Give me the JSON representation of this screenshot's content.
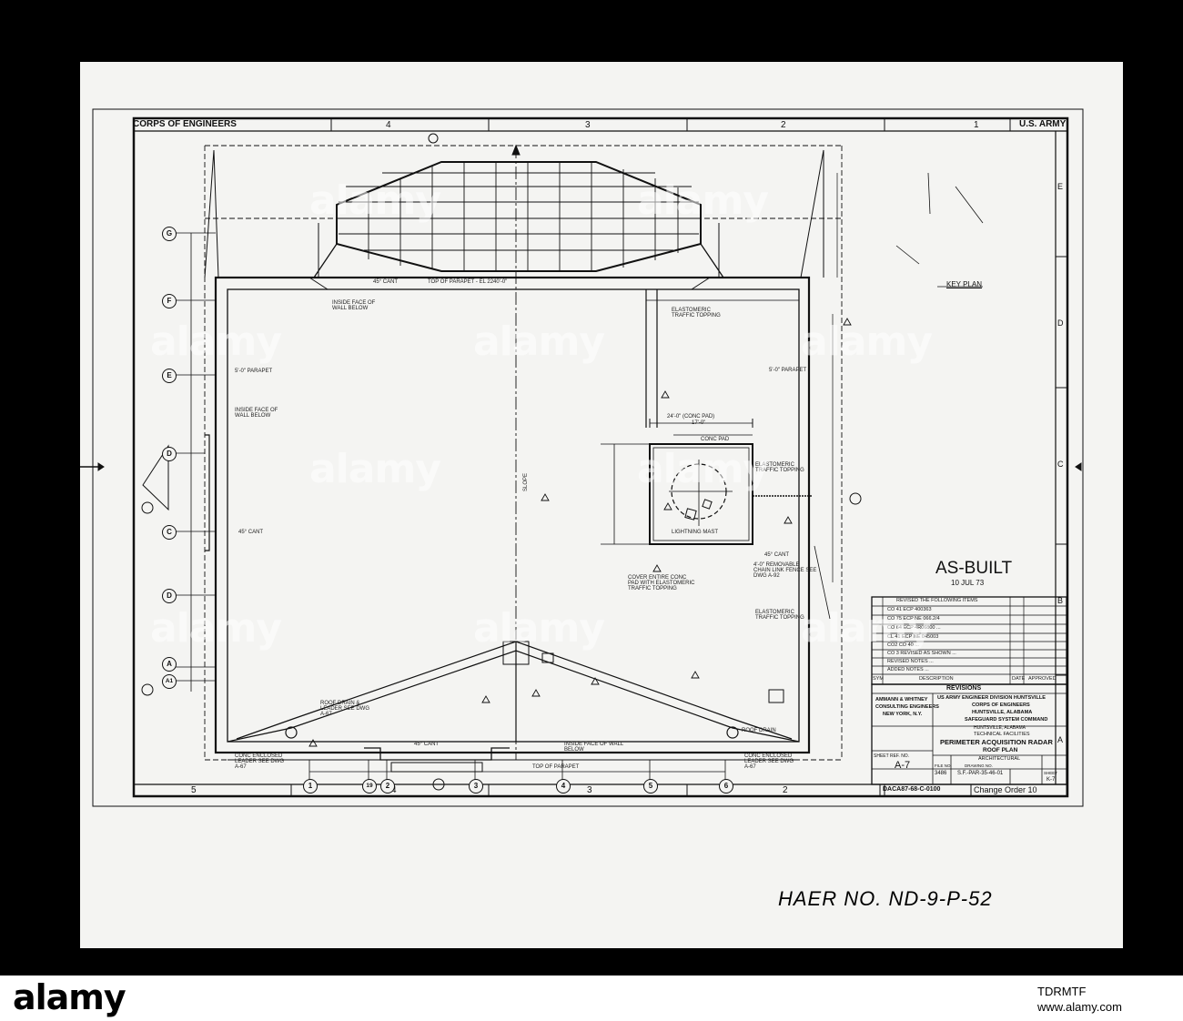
{
  "border": {
    "top_left": "CORPS OF ENGINEERS",
    "top_right": "U.S. ARMY",
    "columns_top": [
      "4",
      "3",
      "2",
      "1"
    ],
    "columns_bottom": [
      "5",
      "4",
      "3",
      "2"
    ],
    "rows_right": [
      "E",
      "D",
      "C",
      "B",
      "A"
    ]
  },
  "grid_bubbles": [
    "G",
    "F",
    "E",
    "D",
    "C",
    "D",
    "A",
    "A1"
  ],
  "bottom_bubbles": [
    "1",
    "19",
    "2",
    "3",
    "4",
    "5",
    "6"
  ],
  "key_plan": "KEY PLAN",
  "status": {
    "stamp": "AS-BUILT",
    "date": "10 JUL 73"
  },
  "notes": {
    "parapet_top": "TOP OF PARAPET - EL 2240'-0\"",
    "cant_1": "45° CANT",
    "cant_2": "45° CANT",
    "cant_3": "45° CANT",
    "cant_4": "45° CANT",
    "inside_face_1": "INSIDE FACE OF WALL BELOW",
    "inside_face_2": "INSIDE FACE OF WALL BELOW",
    "inside_face_3": "INSIDE FACE OF WALL BELOW",
    "parapet_5_1": "5'-0\" PARAPET",
    "parapet_5_2": "5'-0\" PARAPET",
    "elastomeric_1": "ELASTOMERIC TRAFFIC TOPPING",
    "elastomeric_2": "ELASTOMERIC TRAFFIC TOPPING",
    "elastomeric_3": "ELASTOMERIC TRAFFIC TOPPING",
    "conc_pad": "CONC PAD",
    "lightning_mast": "LIGHTNING MAST",
    "slope": "SLOPE",
    "roof_drain": "ROOF DRAIN & LEADER SEE DWG A-67",
    "conc_leader_l": "CONC ENCLOSED LEADER SEE DWG A-67",
    "conc_leader_r": "CONC ENCLOSED LEADER SEE DWG A-67",
    "removable_fence": "4'-0\" REMOVABLE CHAIN LINK FENCE SEE DWG A-92",
    "cover_pad": "COVER ENTIRE CONC PAD WITH ELASTOMERIC TRAFFIC TOPPING",
    "roof_drain_label": "ROOF DRAIN",
    "top_parapet_bottom": "TOP OF PARAPET",
    "dim_17": "17'-0\"",
    "dim_24": "24'-0\" (CONC PAD)"
  },
  "revisions": {
    "title": "REVISIONS",
    "header_left": "SYM",
    "header_mid": "DESCRIPTION",
    "header_date": "DATE",
    "header_appr": "APPROVED",
    "rows": [
      "REVISED THE FOLLOWING ITEMS",
      "CO 41 ECP 400363",
      "CO 75 ECP NE 066.2/4",
      "CO 64 ECP 4R06800 ...",
      "CL 41 ECP NE 045003",
      "CO2 CO 40 ...",
      "CO 3 REVISED AS SHOWN ...",
      "REVISED NOTES ...",
      "ADDED NOTES ..."
    ]
  },
  "title_block": {
    "firm_line1": "AMMANN & WHITNEY",
    "firm_line2": "CONSULTING ENGINEERS",
    "firm_line3": "NEW YORK, N.Y.",
    "agency_line1": "US ARMY ENGINEER DIVISION HUNTSVILLE",
    "agency_line2": "CORPS OF ENGINEERS",
    "agency_line3": "HUNTSVILLE, ALABAMA",
    "command": "SAFEGUARD SYSTEM COMMAND",
    "command_loc": "HUNTSVILLE, ALABAMA",
    "category": "TECHNICAL FACILITIES",
    "project": "PERIMETER ACQUISITION RADAR",
    "drawing_title": "ROOF PLAN",
    "discipline": "ARCHITECTURAL",
    "sheet_ref_label": "SHEET REF. NO.",
    "sheet_ref": "A-7",
    "file_no_label": "FILE NO.",
    "file_no": "3486",
    "drawing_no_label": "DRAWING NO.",
    "drawing_no": "S.F.-PAR-35-46-01",
    "sheet_label": "SHEET",
    "sheet_no": "K-7",
    "change_order": "Change Order 10",
    "serial": "DACA87-68-C-0100"
  },
  "haer": "HAER NO. ND-9-P-52",
  "watermark": {
    "text": "alamy",
    "footer_id": "TDRMTF",
    "footer_url": "www.alamy.com"
  }
}
